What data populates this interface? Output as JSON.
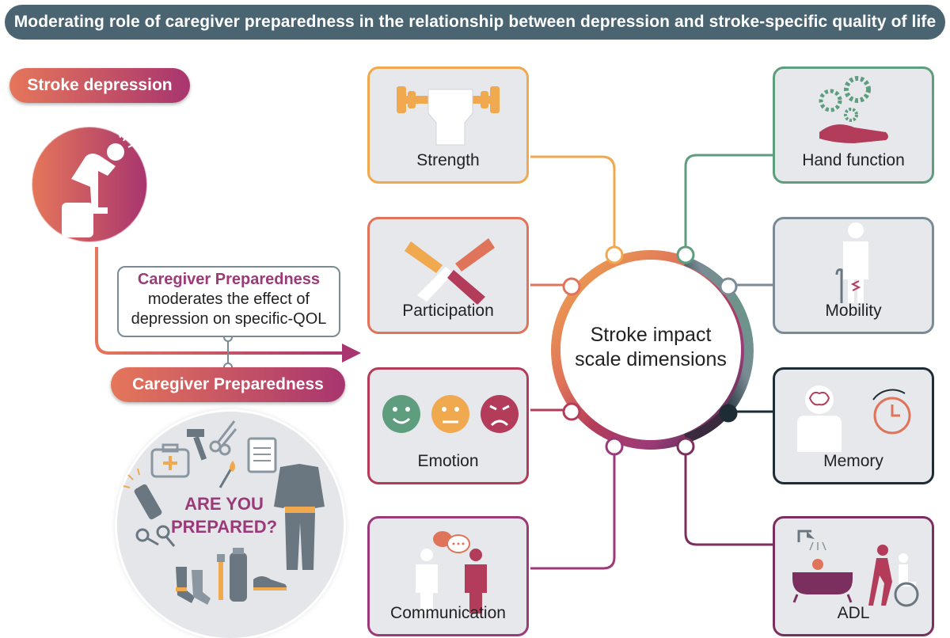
{
  "title": "Moderating role of caregiver preparedness in the relationship between depression and stroke-specific quality of life",
  "exposure_label": "Stroke depression",
  "moderator_box": {
    "line1": "Caregiver Preparedness",
    "line2": "moderates the effect of",
    "line3": "depression on specific-QOL"
  },
  "moderator_label": "Caregiver Preparedness",
  "prep_question": "ARE YOU PREPARED?",
  "hub_label_line1": "Stroke impact",
  "hub_label_line2": "scale dimensions",
  "dimensions": {
    "strength": "Strength",
    "participation": "Participation",
    "emotion": "Emotion",
    "communication": "Communication",
    "hand_function": "Hand function",
    "mobility": "Mobility",
    "memory": "Memory",
    "adl": "ADL"
  },
  "colors": {
    "title_bg": "#4a6472",
    "gradient_start": "#e5765a",
    "gradient_end": "#a8356f",
    "strength": "#f0a94e",
    "participation": "#e0745a",
    "emotion": "#b33c5a",
    "communication": "#9b3a78",
    "hand_function": "#5e9e7e",
    "mobility": "#7a8b95",
    "memory": "#1e2d35",
    "adl": "#7a2f5e"
  }
}
